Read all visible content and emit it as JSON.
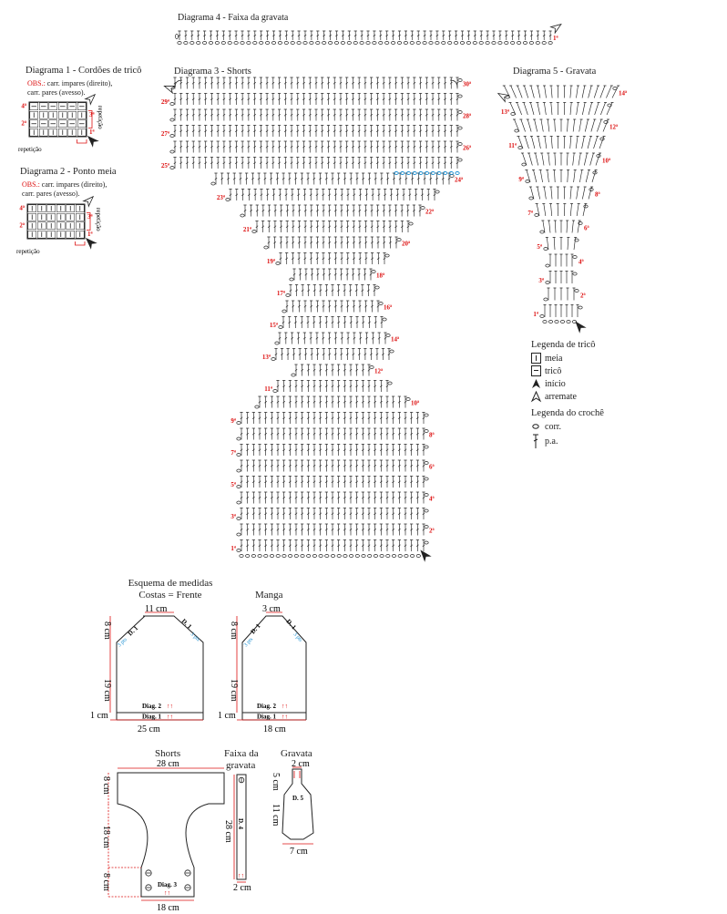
{
  "diagrams": {
    "d1": {
      "title": "Diagrama 1 - Cordões de tricô",
      "obs_label": "OBS.:",
      "obs_line1": "carr. impares (direito),",
      "obs_line2": "carr. pares (avesso).",
      "repeat_v": "repetição",
      "repeat_h": "repetição",
      "rows": [
        "4ª",
        "3ª",
        "2ª",
        "1ª"
      ]
    },
    "d2": {
      "title": "Diagrama 2 - Ponto meia",
      "obs_label": "OBS.:",
      "obs_line1": "carr. impares (direito),",
      "obs_line2": "carr. pares (avesso).",
      "repeat_v": "repetição",
      "repeat_h": "repetição",
      "rows": [
        "4ª",
        "3ª",
        "2ª",
        "1ª"
      ]
    },
    "d3": {
      "title": "Diagrama 3 - Shorts",
      "rows_left": [
        "29ª",
        "27ª",
        "25ª",
        "23ª",
        "21ª",
        "19ª",
        "17ª",
        "15ª",
        "13ª",
        "11ª",
        "9ª",
        "7ª",
        "5ª",
        "3ª",
        "1ª"
      ],
      "rows_right": [
        "30ª",
        "28ª",
        "26ª",
        "24ª",
        "22ª",
        "20ª",
        "18ª",
        "16ª",
        "14ª",
        "12ª",
        "10ª",
        "8ª",
        "6ª",
        "4ª",
        "2ª"
      ]
    },
    "d4": {
      "title": "Diagrama 4 - Faixa da gravata",
      "row": "1ª"
    },
    "d5": {
      "title": "Diagrama 5 - Gravata",
      "rows_left": [
        "13ª",
        "11ª",
        "9ª",
        "7ª",
        "5ª",
        "3ª",
        "1ª"
      ],
      "rows_right": [
        "14ª",
        "12ª",
        "10ª",
        "8ª",
        "6ª",
        "4ª",
        "2ª"
      ]
    }
  },
  "legend": {
    "knit_title": "Legenda de tricô",
    "knit_items": [
      "meia",
      "tricô",
      "início",
      "arremate"
    ],
    "crochet_title": "Legenda do crochê",
    "crochet_items": [
      "corr.",
      "p.a."
    ]
  },
  "schema": {
    "title_line1": "Esquema de medidas",
    "title_line2": "Costas = Frente",
    "body": {
      "top": "11 cm",
      "side_top": "8 cm",
      "side_mid": "19 cm",
      "side_bot": "1 cm",
      "bottom": "25 cm",
      "diag2": "Diag. 2",
      "diag1": "Diag. 1",
      "sl": "D. 1",
      "sr": "D. 1",
      "pl": "3 pts",
      "pr": "3 pts"
    },
    "sleeve": {
      "title": "Manga",
      "top": "3 cm",
      "side_top": "8 cm",
      "side_mid": "19 cm",
      "side_bot": "1 cm",
      "bottom": "18 cm",
      "diag2": "Diag. 2",
      "diag1": "Diag. 1",
      "sl": "D. 1",
      "sr": "D. 1",
      "pl": "3 pts",
      "pr": "3 pts"
    },
    "shorts": {
      "title": "Shorts",
      "top": "28 cm",
      "s1": "8 cm",
      "s2": "18 cm",
      "s3": "8 cm",
      "bottom": "18 cm",
      "diag": "Diag. 3"
    },
    "band": {
      "title_line1": "Faixa da",
      "title_line2": "gravata",
      "length": "28 cm",
      "width": "2 cm",
      "diag": "D. 4"
    },
    "tie": {
      "title": "Gravata",
      "top": "2 cm",
      "s1": "5 cm",
      "s2": "11 cm",
      "bottom": "7 cm",
      "diag": "D. 5"
    }
  },
  "arrows": "↑↑",
  "colors": {
    "red": "#dd1111",
    "blue": "#1b8fd1",
    "ink": "#222222"
  }
}
